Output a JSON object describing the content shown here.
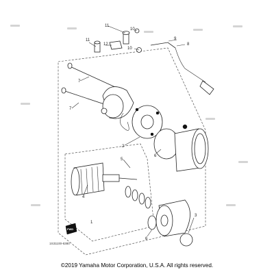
{
  "callouts": [
    "1",
    "2",
    "3",
    "4",
    "5",
    "6",
    "7",
    "8",
    "9",
    "10",
    "11",
    "12"
  ],
  "forward_label": "FWD",
  "reference_code": "1S31100-6380",
  "copyright": "©2019 Yamaha Motor Corporation, U.S.A. All rights reserved."
}
